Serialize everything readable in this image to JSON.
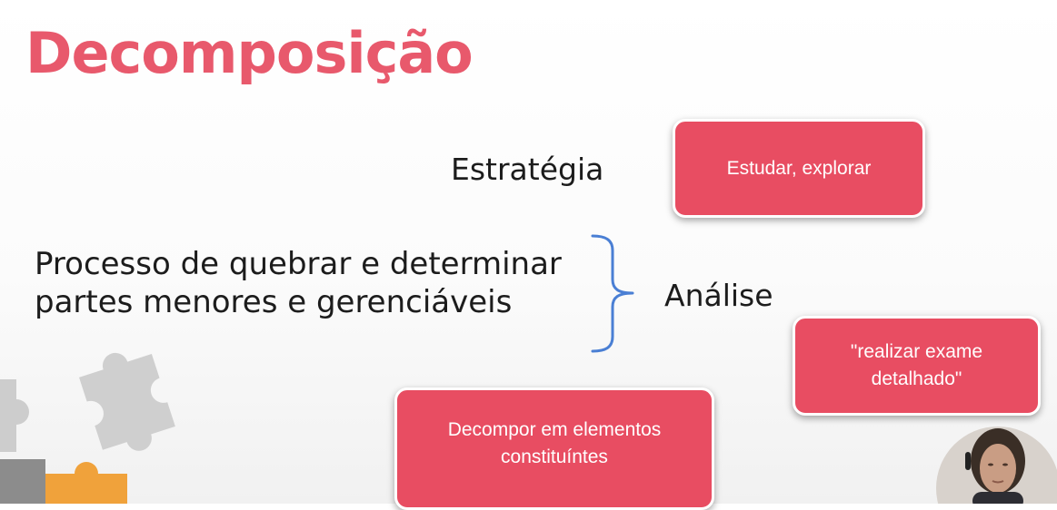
{
  "slide": {
    "title": "Decomposição",
    "strategy_label": "Estratégia",
    "definition_lines": [
      "Processo de quebrar e determinar",
      "partes menores e gerenciáveis"
    ],
    "analysis_label": "Análise"
  },
  "cards": {
    "estudar": {
      "text": "Estudar, explorar"
    },
    "realizar": {
      "lines": [
        "\"realizar exame",
        "detalhado\""
      ]
    },
    "decompor": {
      "lines": [
        "Decompor em elementos",
        "constituíntes"
      ]
    }
  },
  "colors": {
    "accent": "#e8596c",
    "card": "#e84d62",
    "brace": "#4a7fd4",
    "puzzle_gray": "#c9c9c9",
    "puzzle_dark": "#8a8a8a",
    "puzzle_orange": "#f0a23b"
  },
  "icons": {
    "decoration": "puzzle-pieces-icon",
    "presenter": "presenter-webcam"
  }
}
